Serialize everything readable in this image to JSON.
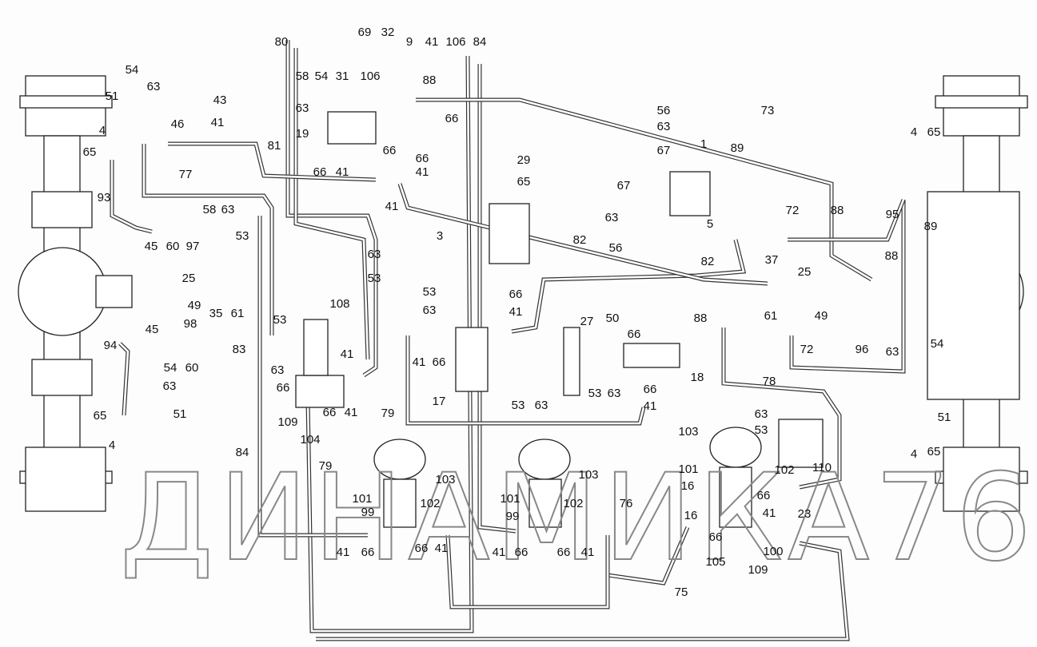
{
  "diagram": {
    "watermark": "ДИНАМИКА76",
    "labels": [
      "69",
      "32",
      "9",
      "41",
      "106",
      "84",
      "80",
      "58",
      "54",
      "31",
      "106",
      "88",
      "63",
      "19",
      "66",
      "66",
      "41",
      "66",
      "66",
      "41",
      "41",
      "54",
      "51",
      "63",
      "4",
      "65",
      "93",
      "46",
      "43",
      "41",
      "81",
      "77",
      "58",
      "63",
      "53",
      "45",
      "60",
      "97",
      "25",
      "49",
      "35",
      "61",
      "98",
      "94",
      "45",
      "60",
      "54",
      "63",
      "51",
      "65",
      "4",
      "53",
      "63",
      "108",
      "41",
      "66",
      "66",
      "41",
      "109",
      "104",
      "83",
      "84",
      "79",
      "79",
      "73",
      "56",
      "63",
      "67",
      "1",
      "89",
      "29",
      "65",
      "67",
      "63",
      "5",
      "56",
      "82",
      "82",
      "3",
      "63",
      "53",
      "53",
      "63",
      "66",
      "41",
      "41",
      "66",
      "17",
      "27",
      "50",
      "88",
      "66",
      "18",
      "53",
      "63",
      "66",
      "41",
      "53",
      "63",
      "65",
      "4",
      "72",
      "95",
      "88",
      "89",
      "37",
      "25",
      "88",
      "61",
      "49",
      "72",
      "96",
      "78",
      "54",
      "63",
      "51",
      "4",
      "65",
      "63",
      "53",
      "103",
      "110",
      "101",
      "16",
      "102",
      "66",
      "23",
      "16",
      "66",
      "41",
      "100",
      "105",
      "109",
      "76",
      "75",
      "103",
      "101",
      "99",
      "102",
      "41",
      "66",
      "66",
      "41",
      "103",
      "101",
      "99",
      "102",
      "41",
      "66",
      "66",
      "41"
    ]
  }
}
